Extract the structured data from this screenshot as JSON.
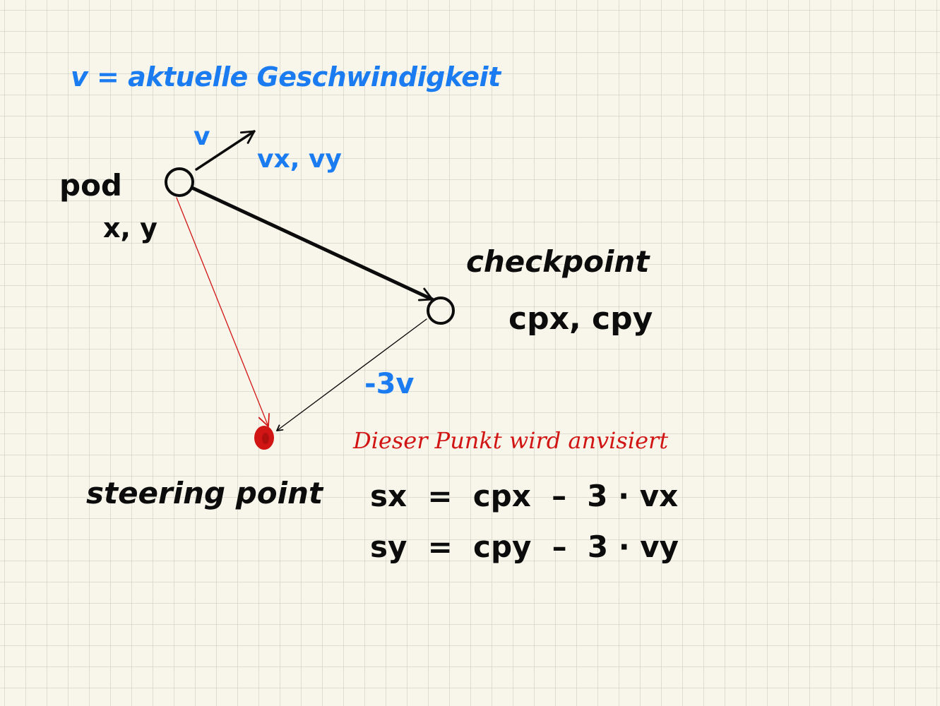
{
  "colors": {
    "ink_black": "#0c0c0c",
    "ink_blue": "#1a7cf0",
    "ink_red": "#d11414"
  },
  "heading": "v = aktuelle Geschwindigkeit",
  "pod": {
    "label": "pod",
    "coords": "x, y"
  },
  "velocity": {
    "label": "v",
    "components": "vx, vy"
  },
  "checkpoint": {
    "label": "checkpoint",
    "coords": "cpx, cpy"
  },
  "offset_label": "-3v",
  "steering": {
    "label": "steering point",
    "note": "Dieser Punkt wird anvisiert"
  },
  "formulas": {
    "sx": "sx  =  cpx  –  3 · vx",
    "sy": "sy  =  cpy  –  3 · vy"
  }
}
